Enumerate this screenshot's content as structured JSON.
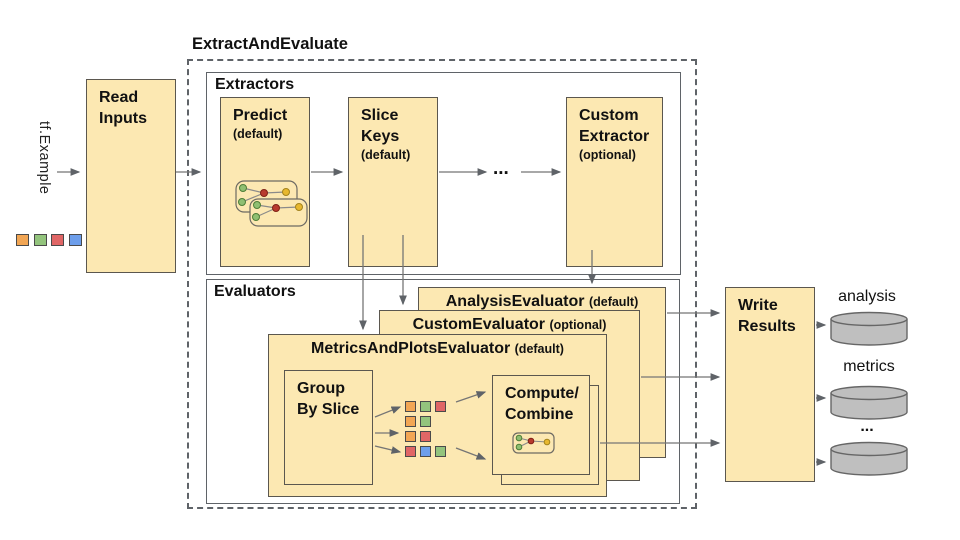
{
  "input": {
    "label": "tf.Example",
    "squares": [
      "orange",
      "green",
      "red",
      "blue"
    ]
  },
  "read_inputs": {
    "line1": "Read",
    "line2": "Inputs"
  },
  "pipeline": {
    "title": "ExtractAndEvaluate"
  },
  "extractors": {
    "label": "Extractors",
    "predict": {
      "name": "Predict",
      "qualifier": "(default)"
    },
    "slice_keys": {
      "name_line1": "Slice",
      "name_line2": "Keys",
      "qualifier": "(default)"
    },
    "ellipsis": "...",
    "custom_extractor": {
      "name_line1": "Custom",
      "name_line2": "Extractor",
      "qualifier": "(optional)"
    }
  },
  "evaluators": {
    "label": "Evaluators",
    "analysis_evaluator": {
      "name": "AnalysisEvaluator",
      "qualifier": "(default)"
    },
    "custom_evaluator": {
      "name": "CustomEvaluator",
      "qualifier": "(optional)"
    },
    "metrics_and_plots_evaluator": {
      "name": "MetricsAndPlotsEvaluator",
      "qualifier": "(default)"
    },
    "group_by_slice": {
      "line1": "Group",
      "line2": "By Slice"
    },
    "slice_rows": [
      [
        "orange",
        "green",
        "red"
      ],
      [
        "orange",
        "green"
      ],
      [
        "orange",
        "red"
      ],
      [
        "red",
        "blue",
        "green"
      ]
    ],
    "compute_combine": {
      "line1": "Compute/",
      "line2": "Combine"
    }
  },
  "write_results": {
    "line1": "Write",
    "line2": "Results"
  },
  "outputs": [
    {
      "label": "analysis"
    },
    {
      "label": "metrics"
    },
    {
      "label": "..."
    }
  ],
  "colors": {
    "box_fill": "#FCE8B2",
    "box_border": "#5b574f",
    "container_border": "#5f6368",
    "arrow": "#757575",
    "cylinder_fill": "#BFBFBF",
    "cylinder_border": "#666666",
    "orange": "#F2A654",
    "green": "#93C47D",
    "red": "#E06666",
    "blue": "#6D9EEB"
  }
}
